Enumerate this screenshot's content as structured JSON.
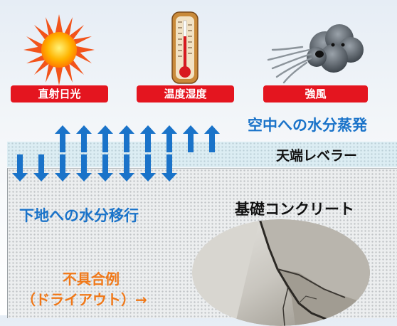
{
  "conditions": [
    "直射日光",
    "温度湿度",
    "強風"
  ],
  "evaporation_label": "空中への水分蒸発",
  "leveler_label": "天端レベラー",
  "concrete_label": "基礎コンクリート",
  "downward_label": "下地への水分移行",
  "defect": {
    "title": "不具合例",
    "subtitle": "（ドライアウト）→"
  },
  "icons": [
    "sun-icon",
    "thermometer-icon",
    "wind-cloud-icon"
  ],
  "colors": {
    "label_red": "#e4151f",
    "arrow_blue": "#1a73c9",
    "defect_orange": "#f07818"
  }
}
